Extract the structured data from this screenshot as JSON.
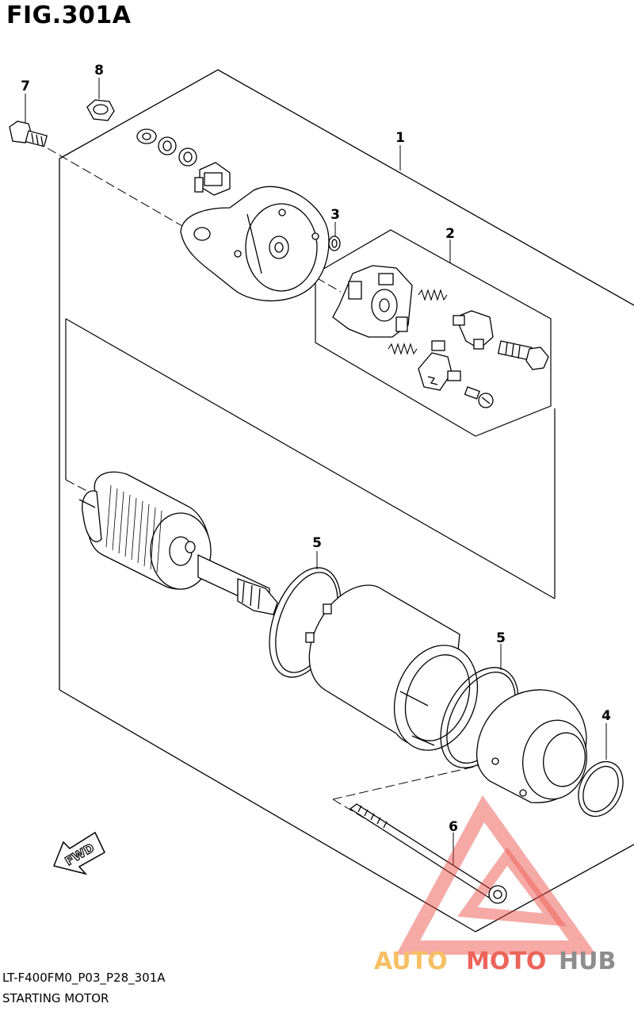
{
  "figure": {
    "title": "FIG.301A"
  },
  "footer": {
    "code": "LT-F400FM0_P03_P28_301A",
    "description": "STARTING MOTOR"
  },
  "callouts": [
    "1",
    "2",
    "3",
    "4",
    "5",
    "5",
    "6",
    "7",
    "8"
  ],
  "direction_arrow": {
    "label": "FWD"
  },
  "watermark": {
    "part1": "AUTO",
    "part2": "MOTO",
    "part3": "HUB"
  },
  "colors": {
    "line": "#000000",
    "watermark_orange": "#f6b54a",
    "watermark_red": "#e9493f",
    "watermark_gray": "#7a7a7a"
  }
}
